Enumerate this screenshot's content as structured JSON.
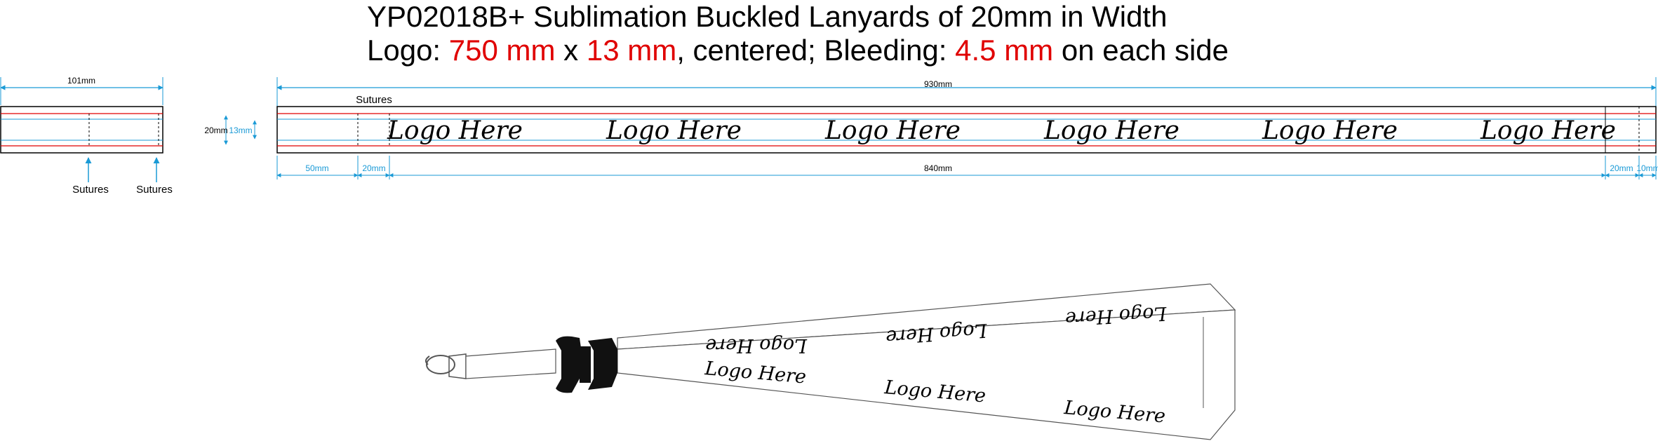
{
  "title": {
    "line1": "YP02018B+ Sublimation Buckled Lanyards of 20mm in Width",
    "line2_a": "Logo:  ",
    "line2_b": "750 mm",
    "line2_c": " x ",
    "line2_d": "13 mm",
    "line2_e": ", centered; Bleeding: ",
    "line2_f": "4.5 mm",
    "line2_g": " on each side"
  },
  "side_view": {
    "width_label": "101mm",
    "sutures_left": "Sutures",
    "sutures_right": "Sutures"
  },
  "main_strip": {
    "total_length": "930mm",
    "sutures_label": "Sutures",
    "height_label": "20mm",
    "logo_height_label": "13mm",
    "seg_left": "50mm",
    "seg_suture_left": "20mm",
    "logo_span": "840mm",
    "seg_suture_right": "20mm",
    "seg_right": "10mm",
    "logo_text": "Logo Here"
  },
  "lanyard": {
    "logo_text": "Logo Here"
  },
  "colors": {
    "dimension": "#1a9ad6",
    "bleed": "#e00000",
    "outline": "#000000"
  }
}
